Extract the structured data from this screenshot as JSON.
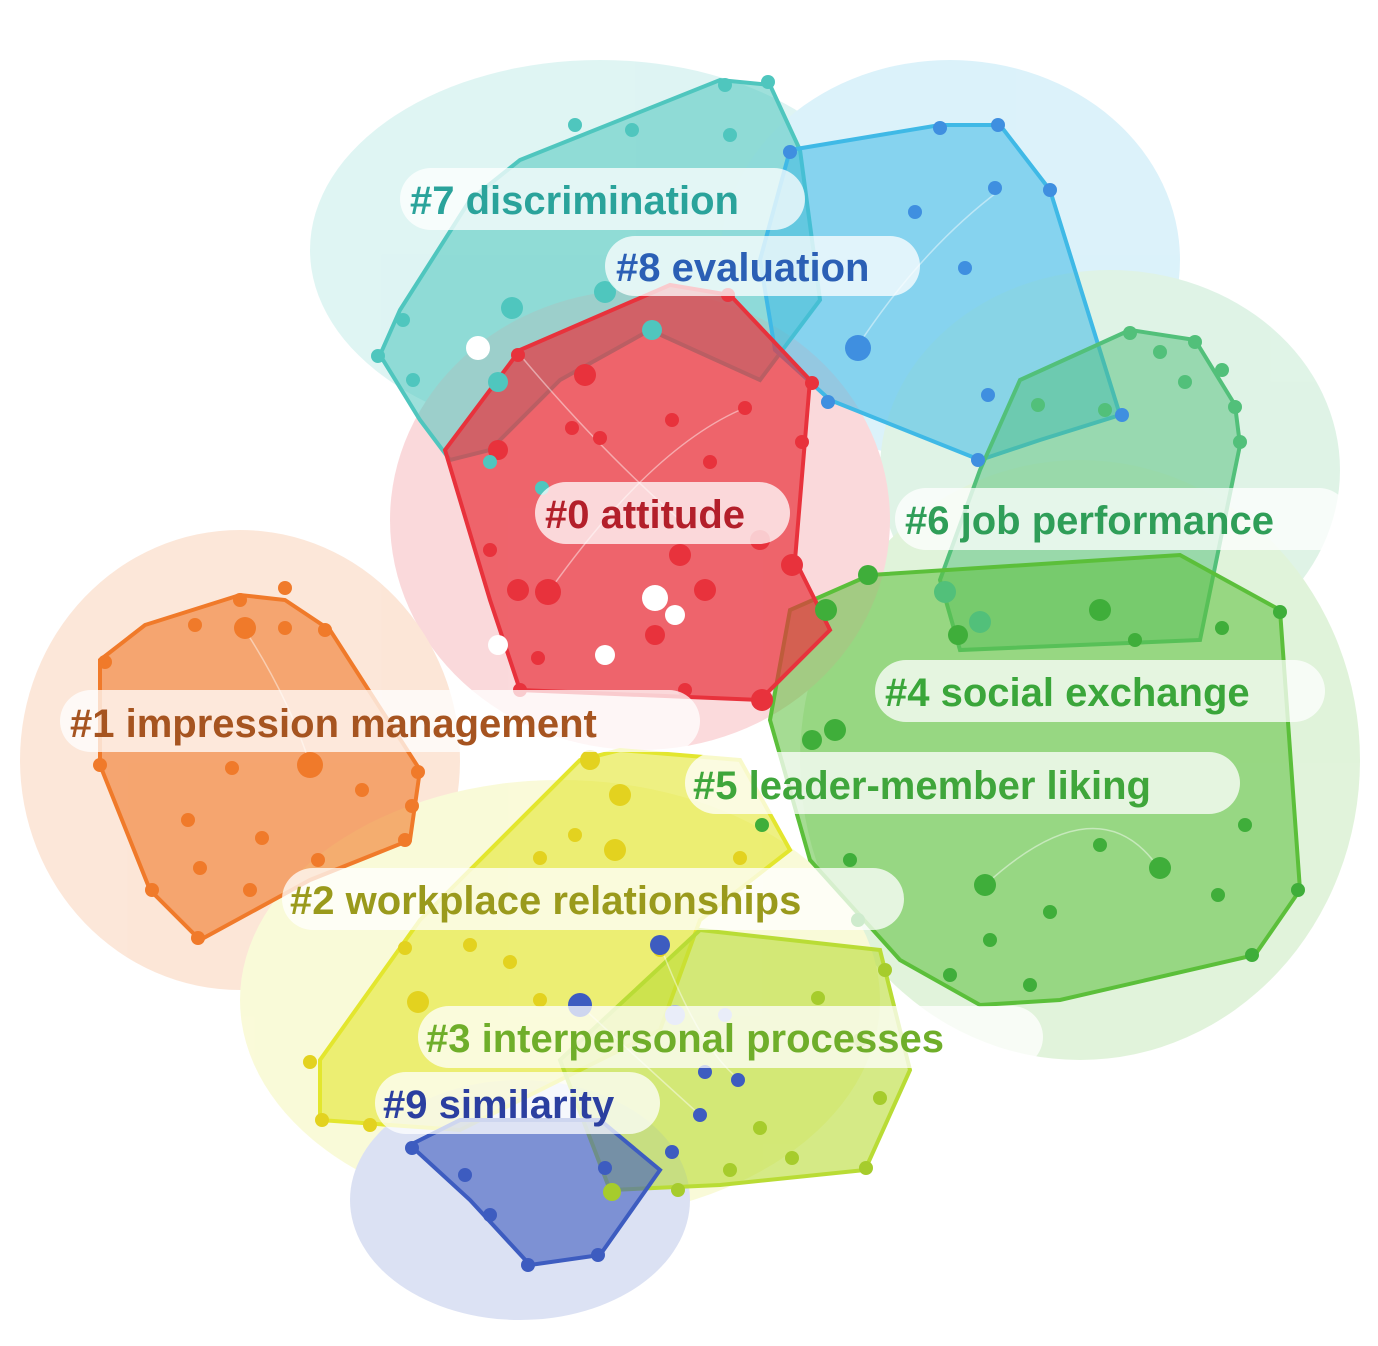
{
  "clusters": [
    {
      "id": "c0",
      "label": "#0 attitude",
      "color": "#e8323c",
      "text_color": "#b31f2a"
    },
    {
      "id": "c1",
      "label": "#1 impression management",
      "color": "#f07a2a",
      "text_color": "#a65420"
    },
    {
      "id": "c2",
      "label": "#2 workplace relationships",
      "color": "#e3e62e",
      "text_color": "#9a9a1c"
    },
    {
      "id": "c3",
      "label": "#3 interpersonal processes",
      "color": "#b9dc35",
      "text_color": "#6fae2a"
    },
    {
      "id": "c4",
      "label": "#4 social exchange",
      "color": "#5bbf3a",
      "text_color": "#3aa63a"
    },
    {
      "id": "c5",
      "label": "#5 leader-member liking",
      "color": "#66c24a",
      "text_color": "#3fa63b"
    },
    {
      "id": "c6",
      "label": "#6 job performance",
      "color": "#52c07a",
      "text_color": "#2f9e58"
    },
    {
      "id": "c7",
      "label": "#7 discrimination",
      "color": "#4fc6be",
      "text_color": "#2aa39b"
    },
    {
      "id": "c8",
      "label": "#8 evaluation",
      "color": "#3fb9e6",
      "text_color": "#2b5fb5"
    },
    {
      "id": "c9",
      "label": "#9 similarity",
      "color": "#3d5cc0",
      "text_color": "#2b3fa0"
    }
  ]
}
